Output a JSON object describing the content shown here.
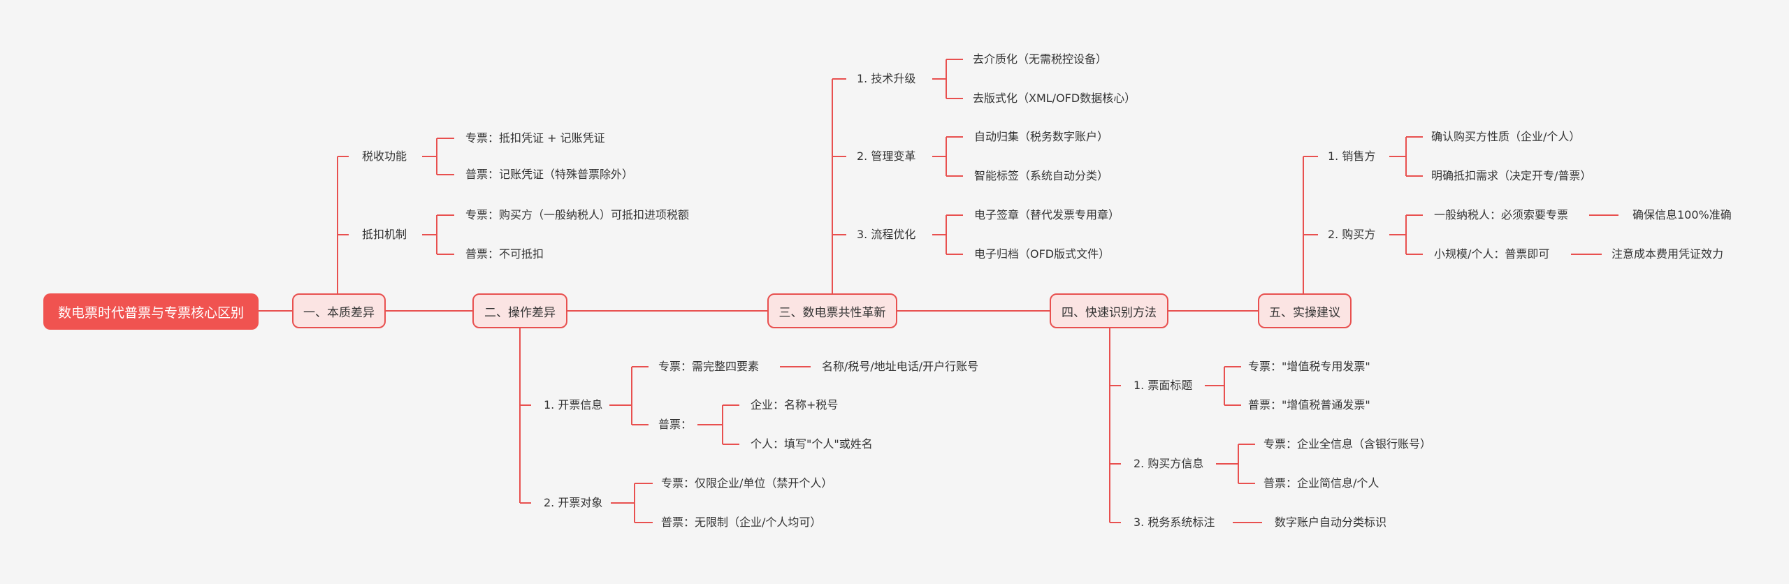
{
  "root": {
    "label": "数电票时代普票与专票核心区别"
  },
  "branches": {
    "b1": {
      "label": "一、本质差异",
      "tax_function": {
        "label": "税收功能",
        "special": "专票：抵扣凭证 + 记账凭证",
        "ordinary": "普票：记账凭证（特殊普票除外）"
      },
      "deduction": {
        "label": "抵扣机制",
        "special": "专票：购买方（一般纳税人）可抵扣进项税额",
        "ordinary": "普票：不可抵扣"
      }
    },
    "b2": {
      "label": "二、操作差异",
      "info": {
        "label": "1. 开票信息",
        "special": "专票：需完整四要素",
        "special_detail": "名称/税号/地址电话/开户行账号",
        "ordinary": "普票：",
        "ordinary_company": "企业：名称+税号",
        "ordinary_person": "个人：填写\"个人\"或姓名"
      },
      "target": {
        "label": "2. 开票对象",
        "special": "专票：仅限企业/单位（禁开个人）",
        "ordinary": "普票：无限制（企业/个人均可）"
      }
    },
    "b3": {
      "label": "三、数电票共性革新",
      "tech": {
        "label": "1. 技术升级",
        "item1": "去介质化（无需税控设备）",
        "item2": "去版式化（XML/OFD数据核心）"
      },
      "mgmt": {
        "label": "2. 管理变革",
        "item1": "自动归集（税务数字账户）",
        "item2": "智能标签（系统自动分类）"
      },
      "flow": {
        "label": "3. 流程优化",
        "item1": "电子签章（替代发票专用章）",
        "item2": "电子归档（OFD版式文件）"
      }
    },
    "b4": {
      "label": "四、快速识别方法",
      "title": {
        "label": "1. 票面标题",
        "special": "专票：\"增值税专用发票\"",
        "ordinary": "普票：\"增值税普通发票\""
      },
      "buyer": {
        "label": "2. 购买方信息",
        "special": "专票：企业全信息（含银行账号）",
        "ordinary": "普票：企业简信息/个人"
      },
      "system": {
        "label": "3. 税务系统标注",
        "detail": "数字账户自动分类标识"
      }
    },
    "b5": {
      "label": "五、实操建议",
      "seller": {
        "label": "1. 销售方",
        "item1": "确认购买方性质（企业/个人）",
        "item2": "明确抵扣需求（决定开专/普票）"
      },
      "buyer": {
        "label": "2. 购买方",
        "general": "一般纳税人：必须索要专票",
        "general_detail": "确保信息100%准确",
        "small": "小规模/个人：普票即可",
        "small_detail": "注意成本费用凭证效力"
      }
    }
  }
}
